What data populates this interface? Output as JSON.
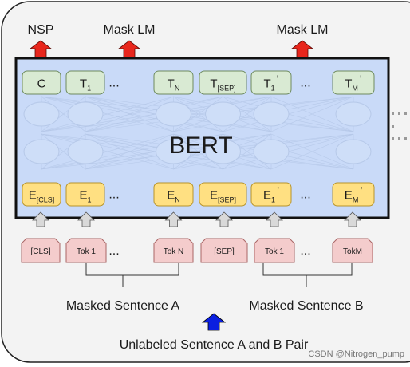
{
  "outputs": {
    "nsp": "NSP",
    "mask_lm_left": "Mask LM",
    "mask_lm_right": "Mask LM"
  },
  "model": {
    "name": "BERT"
  },
  "top_tokens": [
    {
      "main": "C",
      "sub": ""
    },
    {
      "main": "T",
      "sub": "1"
    },
    {
      "main": "...",
      "sub": ""
    },
    {
      "main": "T",
      "sub": "N"
    },
    {
      "main": "T",
      "sub": "[SEP]"
    },
    {
      "main": "T",
      "sub": "1",
      "prime": "’"
    },
    {
      "main": "...",
      "sub": ""
    },
    {
      "main": "T",
      "sub": "M",
      "prime": "’"
    }
  ],
  "embeddings": [
    {
      "main": "E",
      "sub": "[CLS]"
    },
    {
      "main": "E",
      "sub": "1"
    },
    {
      "main": "...",
      "sub": ""
    },
    {
      "main": "E",
      "sub": "N"
    },
    {
      "main": "E",
      "sub": "[SEP]"
    },
    {
      "main": "E",
      "sub": "1",
      "prime": "’"
    },
    {
      "main": "...",
      "sub": ""
    },
    {
      "main": "E",
      "sub": "M",
      "prime": "’"
    }
  ],
  "input_tokens": [
    "[CLS]",
    "Tok 1",
    "...",
    "Tok N",
    "[SEP]",
    "Tok 1",
    "...",
    "TokM"
  ],
  "sentences": {
    "a": "Masked Sentence A",
    "b": "Masked Sentence B",
    "pair": "Unlabeled Sentence A and B Pair"
  },
  "watermark": "CSDN @Nitrogen_pump",
  "colors": {
    "panel_fill": "#c9daf8",
    "token_fill": "#d9ead3",
    "token_stroke": "#6e8b5e",
    "embed_fill": "#ffe082",
    "embed_stroke": "#b8942a",
    "input_fill": "#f4cccc",
    "input_stroke": "#a66",
    "red_arrow": "#e8261c",
    "blue_arrow": "#0a1fe0"
  }
}
